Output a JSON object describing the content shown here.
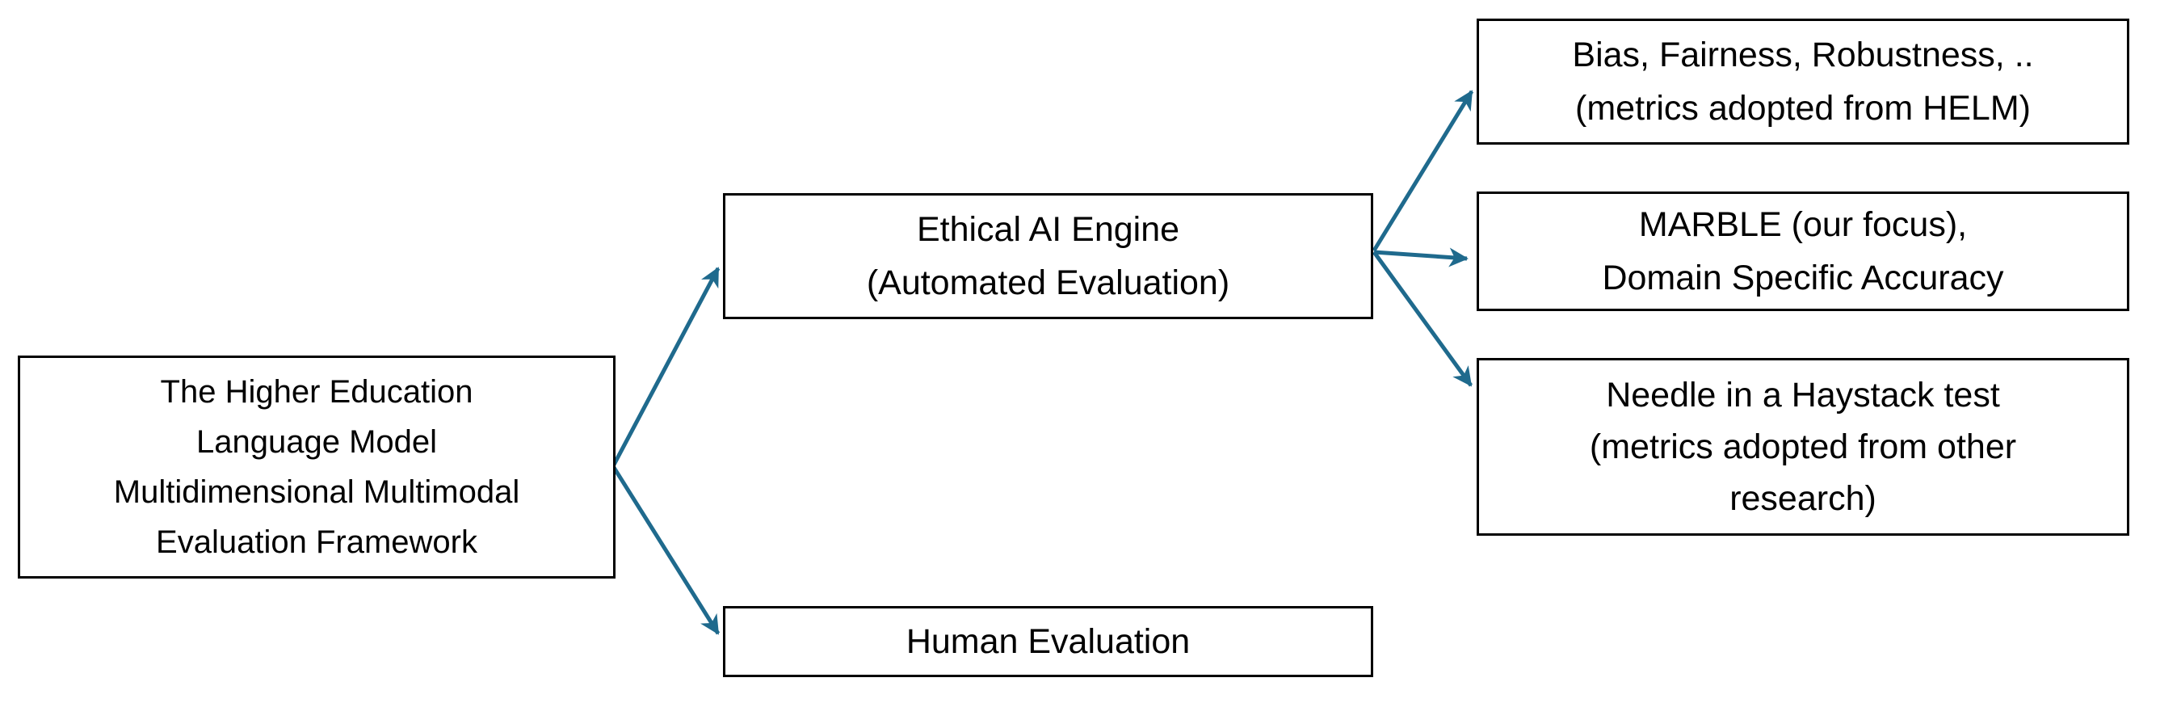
{
  "diagram": {
    "title": "Higher Education Language Model Evaluation Framework flowchart",
    "background_color": "#ffffff",
    "box_border_color": "#000000",
    "text_color": "#000000",
    "arrow_color": "#1f6a8d",
    "boxes": {
      "root": {
        "lines": [
          "The Higher Education",
          "Language Model",
          "Multidimensional Multimodal",
          "Evaluation Framework"
        ]
      },
      "ethical": {
        "lines": [
          "Ethical AI Engine",
          "(Automated Evaluation)"
        ]
      },
      "human": {
        "lines": [
          "Human Evaluation"
        ]
      },
      "helm": {
        "lines": [
          "Bias, Fairness, Robustness, ..",
          "(metrics adopted from HELM)"
        ]
      },
      "marble": {
        "lines": [
          "MARBLE (our focus),",
          "Domain Specific Accuracy"
        ]
      },
      "needle": {
        "lines": [
          "Needle in a Haystack test",
          "(metrics adopted from other",
          "research)"
        ]
      }
    },
    "edges": [
      {
        "from": "root",
        "to": "ethical"
      },
      {
        "from": "root",
        "to": "human"
      },
      {
        "from": "ethical",
        "to": "helm"
      },
      {
        "from": "ethical",
        "to": "marble"
      },
      {
        "from": "ethical",
        "to": "needle"
      }
    ]
  }
}
